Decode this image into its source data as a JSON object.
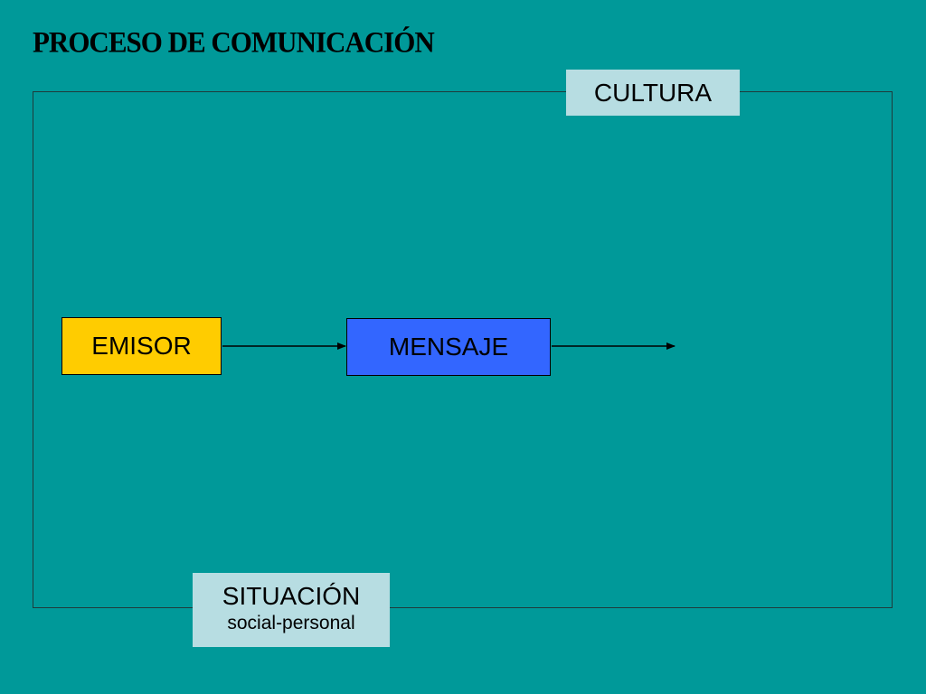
{
  "slide": {
    "title": "PROCESO DE COMUNICACIÓN",
    "background_color": "#009999"
  },
  "labels": {
    "cultura": "CULTURA",
    "situacion_line1": "SITUACIÓN",
    "situacion_line2": "social-personal",
    "label_box_color": "#b7dde2"
  },
  "nodes": {
    "emisor": {
      "label": "EMISOR",
      "color": "#ffcc00"
    },
    "mensaje": {
      "label": "MENSAJE",
      "color": "#3366ff"
    }
  }
}
